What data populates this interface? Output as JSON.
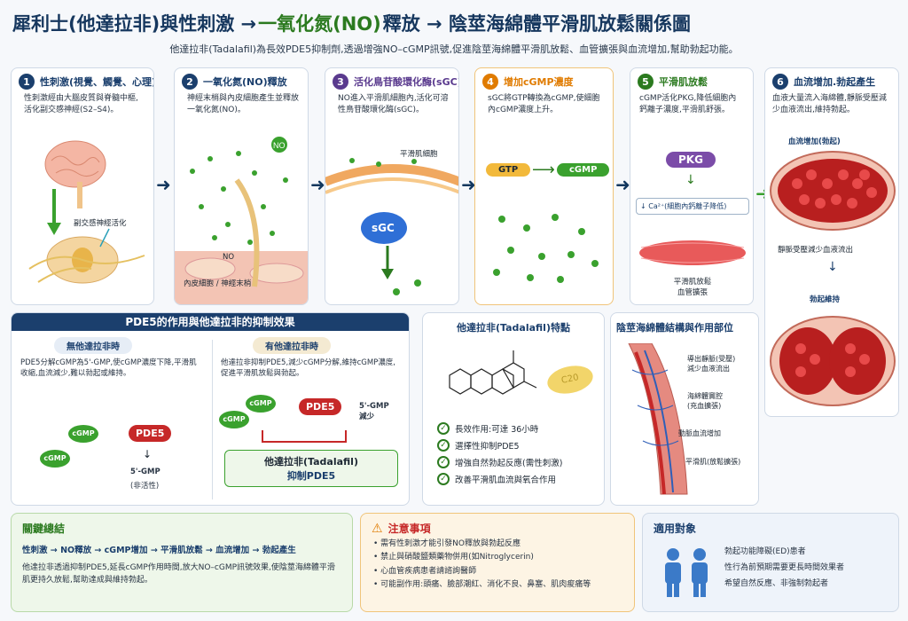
{
  "header": {
    "title_part1": "犀利士(他達拉非)與性刺激 →",
    "title_part2": "一氧化氮(NO)",
    "title_part3": "釋放 → 陰莖海綿體平滑肌放鬆關係圖",
    "subtitle": "他達拉非(Tadalafil)為長效PDE5抑制劑,透過增強NO–cGMP訊號,促進陰莖海綿體平滑肌放鬆、血管擴張與血流增加,幫助勃起功能。"
  },
  "steps": [
    {
      "num": "1",
      "title": "性刺激(視覺、觸覺、心理)",
      "desc": "性刺激經由大腦皮質與脊髓中樞,活化副交感神經(S2–S4)。",
      "label": "副交感神經活化",
      "color": "#1b3f6d"
    },
    {
      "num": "2",
      "title": "一氧化氮(NO)釋放",
      "desc": "神經末梢與內皮細胞產生並釋放一氧化氮(NO)。",
      "label_no": "NO",
      "label_cells": "內皮細胞 / 神經末梢",
      "color": "#1b3f6d"
    },
    {
      "num": "3",
      "title": "活化鳥苷酸環化酶(sGC)",
      "desc": "NO進入平滑肌細胞內,活化可溶性鳥苷酸環化酶(sGC)。",
      "label_cell": "平滑肌細胞",
      "label_sgc": "sGC",
      "color": "#5a3a8e"
    },
    {
      "num": "4",
      "title": "增加cGMP濃度",
      "desc": "sGC將GTP轉換為cGMP,使細胞內cGMP濃度上升。",
      "gtp": "GTP",
      "cgmp": "cGMP",
      "color": "#e07b00"
    },
    {
      "num": "5",
      "title": "平滑肌放鬆",
      "desc": "cGMP活化PKG,降低細胞內鈣離子濃度,平滑肌舒張。",
      "pkg": "PKG",
      "ca": "↓ Ca²⁺(細胞內鈣離子降低)",
      "label_bottom": "平滑肌放鬆\n血管擴張",
      "color": "#2b7a1f"
    },
    {
      "num": "6",
      "title": "血流增加.勃起產生",
      "desc": "血液大量流入海綿體,靜脈受壓減少血液流出,維持勃起。",
      "label_top": "血流增加(勃起)",
      "label_mid": "靜脈受壓減少血液流出",
      "label_bottom": "勃起維持",
      "color": "#1b3f6d"
    }
  ],
  "pde5": {
    "heading": "PDE5的作用與他達拉非的抑制效果",
    "without_title": "無他達拉非時",
    "without_desc": "PDE5分解cGMP為5'-GMP,使cGMP濃度下降,平滑肌收縮,血流減少,難以勃起或維持。",
    "with_title": "有他達拉非時",
    "with_desc": "他達拉非抑制PDE5,減少cGMP分解,維持cGMP濃度,促進平滑肌放鬆與勃起。",
    "cgmp": "cGMP",
    "pde5": "PDE5",
    "gmp": "5'-GMP",
    "inactive": "(非活性)",
    "gmp_reduce": "5'-GMP\n減少",
    "inhibit_line1": "他達拉非(Tadalafil)",
    "inhibit_line2": "抑制PDE5"
  },
  "tadalafil": {
    "heading": "他達拉非(Tadalafil)特點",
    "pill": "C20",
    "features": [
      "長效作用:可達 36小時",
      "選擇性抑制PDE5",
      "增強自然勃起反應(需性刺激)",
      "改善平滑肌血流與氧合作用"
    ]
  },
  "anatomy": {
    "heading": "陰莖海綿體結構與作用部位",
    "labels": [
      "導出靜脈(受壓)\n減少血液流出",
      "海綿體竇腔\n(充血擴張)",
      "動脈血流增加",
      "平滑肌(放鬆擴張)"
    ]
  },
  "summary": {
    "heading": "關鍵總結",
    "flow": "性刺激 → NO釋放 → cGMP增加 → 平滑肌放鬆 → 血流增加 → 勃起產生",
    "desc": "他達拉非透過抑制PDE5,延長cGMP作用時間,放大NO–cGMP訊號效果,使陰莖海綿體平滑肌更持久放鬆,幫助達成與維持勃起。"
  },
  "caution": {
    "heading": "注意事項",
    "items": [
      "需有性刺激才能引發NO釋放與勃起反應",
      "禁止與硝酸鹽類藥物併用(如Nitroglycerin)",
      "心血管疾病患者請諮詢醫師",
      "可能副作用:頭痛、臉部潮紅、消化不良、鼻塞、肌肉痠痛等"
    ]
  },
  "audience": {
    "heading": "適用對象",
    "items": [
      "勃起功能障礙(ED)患者",
      "性行為前預期需要更長時間效果者",
      "希望自然反應、非強制勃起者"
    ]
  },
  "colors": {
    "navy": "#1b3f6d",
    "green": "#2b7a1f",
    "purple": "#5a3a8e",
    "orange": "#e07b00",
    "red": "#c62828"
  }
}
